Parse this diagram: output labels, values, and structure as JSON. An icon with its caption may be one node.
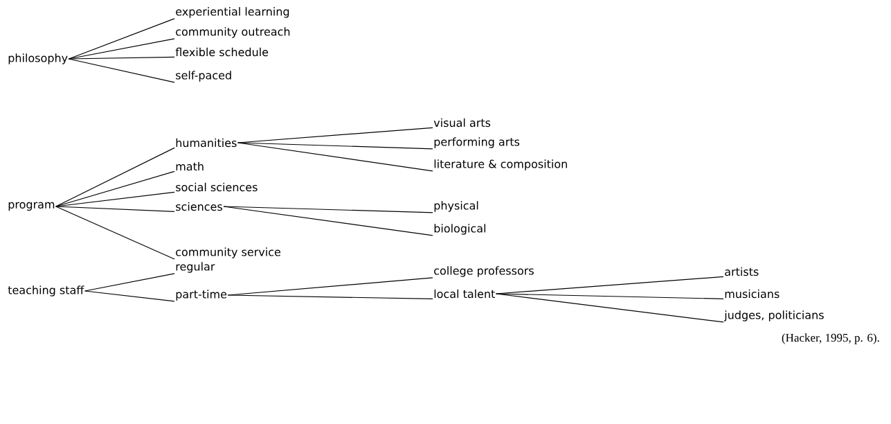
{
  "diagram": {
    "caption": "(Hacker, 1995, p. 6).",
    "nodes": [
      {
        "text": [
          "philosophy"
        ]
      },
      {
        "text": [
          "experiential learning"
        ]
      },
      {
        "text": [
          "community outreach"
        ]
      },
      {
        "text": [
          "flexible schedule"
        ]
      },
      {
        "text": [
          "self-paced"
        ]
      },
      {
        "text": [
          "program"
        ]
      },
      {
        "text": [
          "humanities"
        ]
      },
      {
        "text": [
          "visual arts"
        ]
      },
      {
        "text": [
          "performing arts"
        ]
      },
      {
        "text": [
          "literature & composition"
        ]
      },
      {
        "text": [
          "math"
        ]
      },
      {
        "text": [
          "social sciences"
        ]
      },
      {
        "text": [
          "sciences"
        ]
      },
      {
        "text": [
          "physical"
        ]
      },
      {
        "text": [
          "biological"
        ]
      },
      {
        "text": [
          "community service"
        ]
      },
      {
        "text": [
          "teaching staff"
        ]
      },
      {
        "text": [
          "regular"
        ]
      },
      {
        "text": [
          "part-time"
        ]
      },
      {
        "text": [
          "college professors"
        ]
      },
      {
        "text": [
          "local talent"
        ]
      },
      {
        "text": [
          "artists"
        ]
      },
      {
        "text": [
          "musicians"
        ]
      },
      {
        "text": [
          "judges, politicians"
        ]
      }
    ],
    "edges": [
      {
        "from": 0,
        "to": 1,
        "arrow": "none"
      },
      {
        "from": 0,
        "to": 2,
        "arrow": "none"
      },
      {
        "from": 0,
        "to": 3,
        "arrow": "none"
      },
      {
        "from": 0,
        "to": 4,
        "arrow": "none"
      },
      {
        "from": 5,
        "to": 6,
        "arrow": "none"
      },
      {
        "from": 5,
        "to": 10,
        "arrow": "none"
      },
      {
        "from": 5,
        "to": 11,
        "arrow": "none"
      },
      {
        "from": 5,
        "to": 12,
        "arrow": "none"
      },
      {
        "from": 5,
        "to": 15,
        "arrow": "none"
      },
      {
        "from": 6,
        "to": 7,
        "arrow": "none"
      },
      {
        "from": 6,
        "to": 8,
        "arrow": "none"
      },
      {
        "from": 6,
        "to": 9,
        "arrow": "none"
      },
      {
        "from": 12,
        "to": 13,
        "arrow": "none"
      },
      {
        "from": 12,
        "to": 14,
        "arrow": "none"
      },
      {
        "from": 16,
        "to": 17,
        "arrow": "none"
      },
      {
        "from": 16,
        "to": 18,
        "arrow": "none"
      },
      {
        "from": 18,
        "to": 19,
        "arrow": "none"
      },
      {
        "from": 18,
        "to": 20,
        "arrow": "none"
      },
      {
        "from": 20,
        "to": 21,
        "arrow": "none"
      },
      {
        "from": 20,
        "to": 22,
        "arrow": "none"
      },
      {
        "from": 20,
        "to": 23,
        "arrow": "none"
      }
    ]
  }
}
